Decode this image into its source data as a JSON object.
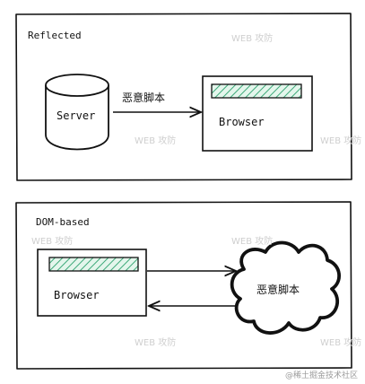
{
  "panels": [
    {
      "title": "Reflected",
      "server_label": "Server",
      "arrow_label": "恶意脚本",
      "browser_label": "Browser"
    },
    {
      "title": "DOM-based",
      "browser_label": "Browser",
      "cloud_label": "恶意脚本"
    }
  ],
  "watermark": "WEB 攻防",
  "footer": "@稀土掘金技术社区",
  "colors": {
    "stroke": "#111111",
    "hatch": "#3aa877",
    "hatch_bg": "#e4f6ec",
    "watermark": "#cfcfcf"
  }
}
